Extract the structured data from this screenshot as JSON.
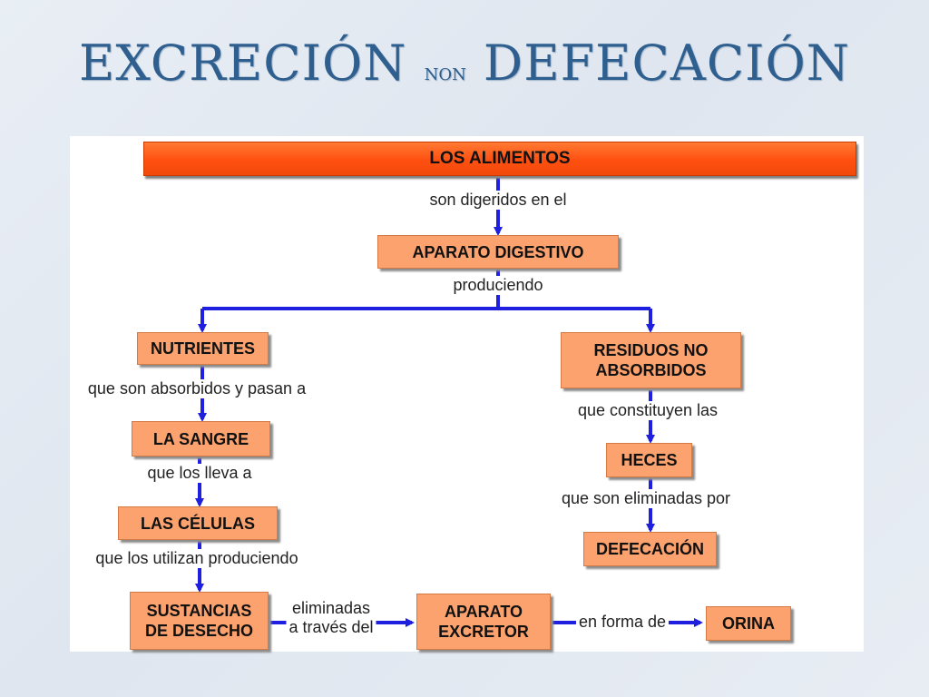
{
  "slide": {
    "title_left": "EXCRECIÓN",
    "title_mid": "NON",
    "title_right": "DEFECACIÓN"
  },
  "diagram": {
    "nodes": {
      "alimentos": "LOS ALIMENTOS",
      "aparato_digestivo": "APARATO DIGESTIVO",
      "nutrientes": "NUTRIENTES",
      "residuos": "RESIDUOS NO\nABSORBIDOS",
      "sangre": "LA SANGRE",
      "heces": "HECES",
      "celulas": "LAS CÉLULAS",
      "defecacion": "DEFECACIÓN",
      "sustancias": "SUSTANCIAS\nDE DESECHO",
      "aparato_excretor": "APARATO\nEXCRETOR",
      "orina": "ORINA"
    },
    "links": {
      "digeridos": "son digeridos en el",
      "produciendo": "produciendo",
      "absorbidos": "que son absorbidos y pasan a",
      "constituyen": "que constituyen las",
      "lleva": "que los lleva a",
      "eliminadas_por": "que son eliminadas por",
      "utilizan": "que los utilizan produciendo",
      "eliminadas_traves": "eliminadas\na través del",
      "forma": "en forma de"
    },
    "colors": {
      "node_fill": "#fca26e",
      "header_fill": "#ff4f10",
      "arrow": "#1f1fe0"
    }
  }
}
